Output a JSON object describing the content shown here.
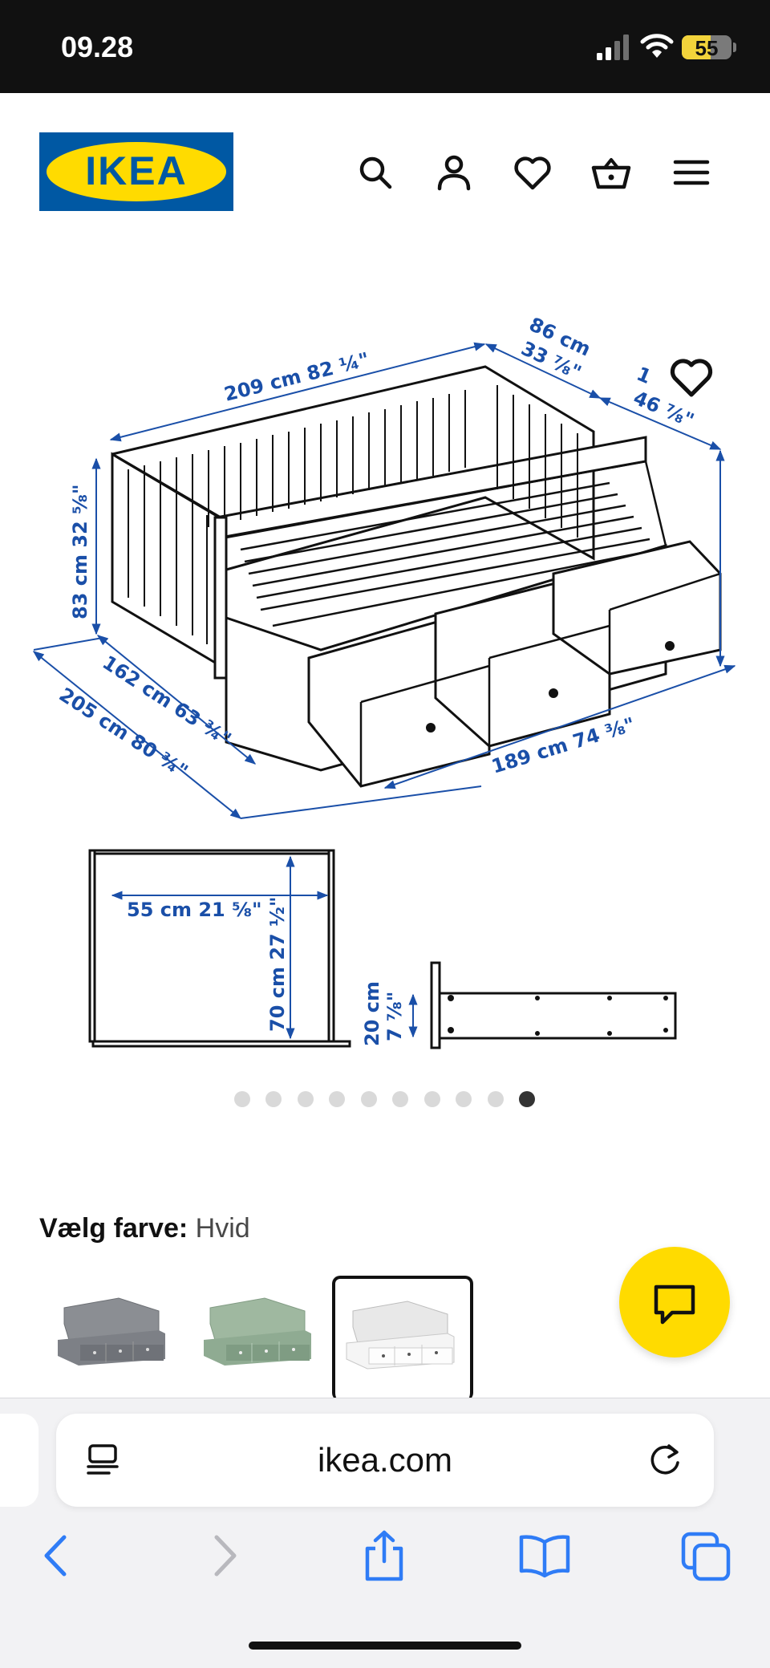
{
  "status_bar": {
    "time": "09.28",
    "battery": "55"
  },
  "header": {
    "logo_text": "IKEA",
    "icons": [
      "search-icon",
      "account-icon",
      "heart-icon",
      "basket-icon",
      "menu-icon"
    ]
  },
  "gallery": {
    "dimensions": {
      "top_length": "209 cm 82 ¼\"",
      "depth": "86 cm",
      "depth_in": "33 ⅞\"",
      "right_height_cm": "1",
      "right_height_in": "46 ⅞\"",
      "height": "83 cm 32 ⅝\"",
      "inner_depth": "162 cm 63 ¾\"",
      "extended_depth": "205 cm 80 ¾\"",
      "bottom_length": "189 cm 74 ⅜\"",
      "drawer_width": "55 cm 21 ⅝\"",
      "drawer_depth": "70 cm 27 ½\"",
      "drawer_height_cm": "20 cm",
      "drawer_height_in": "7 ⅞\""
    },
    "dot_count": 10,
    "active_index": 9
  },
  "color_selector": {
    "label": "Vælg farve:",
    "value": "Hvid",
    "swatches": [
      "grey",
      "green",
      "white"
    ],
    "selected": 2
  },
  "browser": {
    "url": "ikea.com"
  },
  "colors": {
    "ikea_blue": "#0058a3",
    "ikea_yellow": "#ffdb00",
    "dimension_blue": "#1a4fa8",
    "ios_blue": "#2f7cf6"
  }
}
